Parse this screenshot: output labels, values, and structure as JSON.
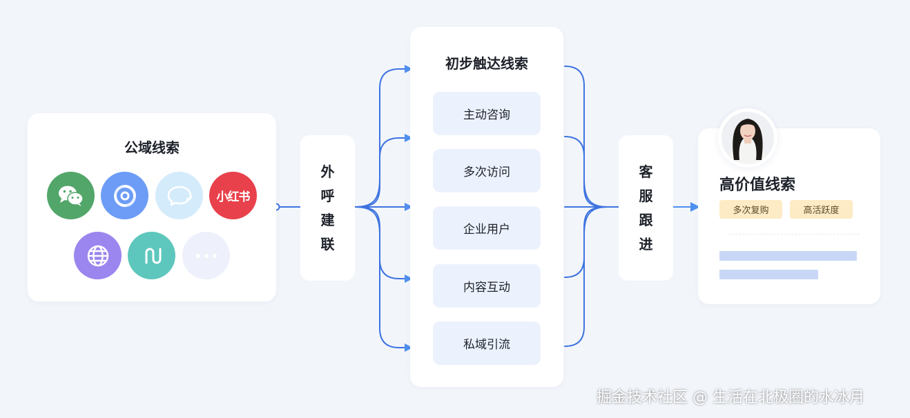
{
  "public_leads": {
    "title": "公域线索",
    "icons": [
      {
        "name": "wechat-icon",
        "color": "#52a66a"
      },
      {
        "name": "kuaishou-swirl-icon",
        "color": "#6c9cf5"
      },
      {
        "name": "chat-bubble-icon",
        "color": "#d4ebfb"
      },
      {
        "name": "xiaohongshu-icon",
        "color": "#e8414b",
        "text": "小红书"
      },
      {
        "name": "globe-icon",
        "color": "#9b85ee"
      },
      {
        "name": "route-icon",
        "color": "#5ec7bd"
      },
      {
        "name": "more-icon",
        "color": "#eef1fb"
      }
    ]
  },
  "outbound": {
    "chars": [
      "外",
      "呼",
      "建",
      "联"
    ]
  },
  "initial_leads": {
    "title": "初步触达线索",
    "items": [
      "主动咨询",
      "多次访问",
      "企业用户",
      "内容互动",
      "私域引流"
    ]
  },
  "followup": {
    "chars": [
      "客",
      "服",
      "跟",
      "进"
    ]
  },
  "high_value": {
    "title": "高价值线索",
    "tags": [
      "多次复购",
      "高活跃度"
    ]
  },
  "colors": {
    "flow_line": "#3d73e0",
    "arrow_head": "#4f8ff0",
    "bar": "#c9d7f6",
    "tag_bg": "#fcebc4"
  },
  "watermark": "掘金技术社区 @ 生活在北极圈的水冰月"
}
